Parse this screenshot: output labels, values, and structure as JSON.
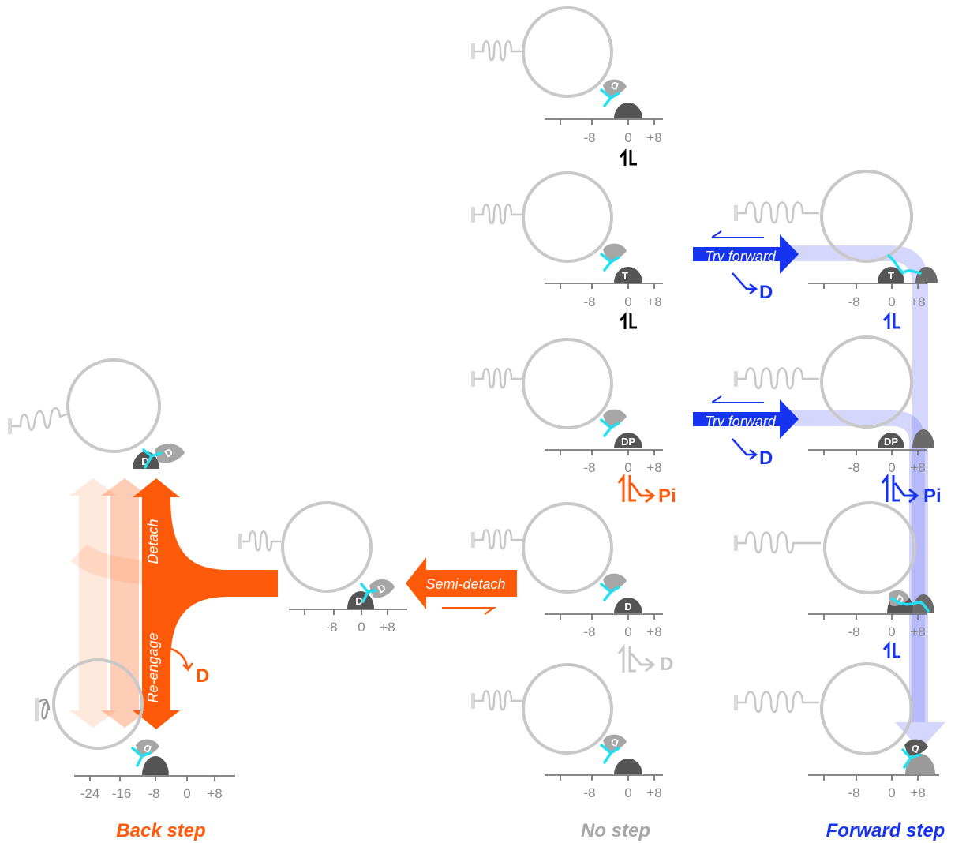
{
  "colors": {
    "back": "#ff5a0a",
    "forward": "#1634f0",
    "none": "#a6a6a6",
    "cyan": "#1fe3f0",
    "head": "#595959",
    "grey": "#c8c8c8"
  },
  "columns": {
    "back": "Back step",
    "none": "No step",
    "forward": "Forward step"
  },
  "axis_ticks": {
    "short": [
      "-8",
      "0",
      "+8"
    ],
    "long": [
      "-24",
      "-16",
      "-8",
      "0",
      "+8"
    ]
  },
  "arrows": {
    "detach": "Detach",
    "reengage": "Re-engage",
    "semi_detach": "Semi-detach",
    "try_forward_1": "Try forward",
    "try_forward_2": "Try forward"
  },
  "products": {
    "d": "D",
    "pi": "Pi"
  },
  "nucleotides": {
    "d": "D",
    "t": "T",
    "dp": "DP"
  }
}
